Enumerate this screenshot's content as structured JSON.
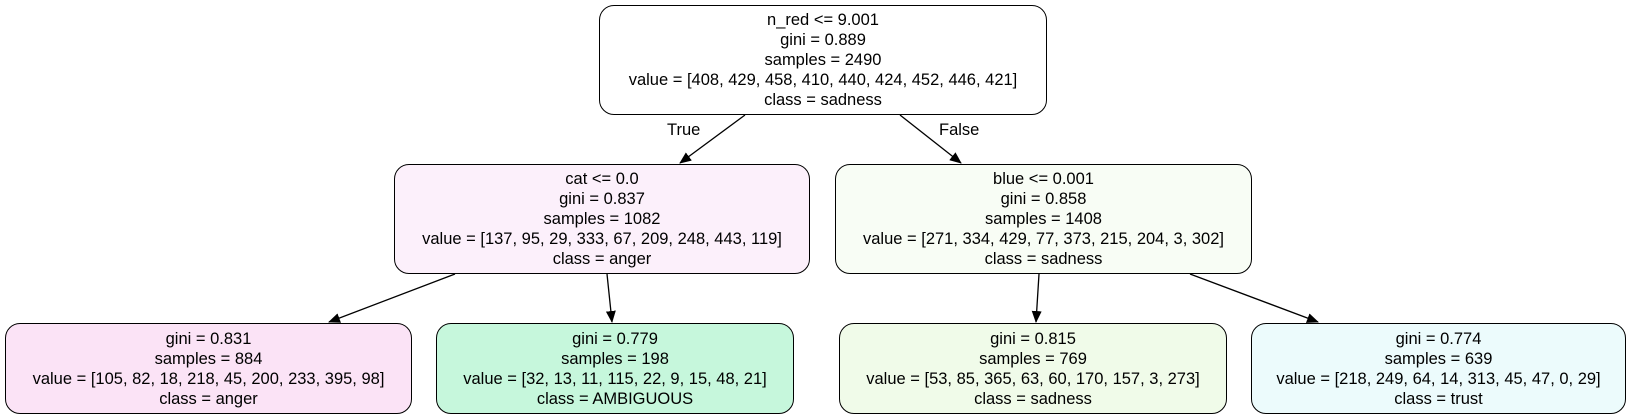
{
  "colors": {
    "node_0": "#ffffff",
    "node_1": "#fcf0fb",
    "node_2": "#f8fdf5",
    "node_3": "#fbe3f6",
    "node_4": "#c6f7dc",
    "node_5": "#f0fbe9",
    "node_6": "#ecfbfc",
    "stroke": "#000000"
  },
  "tree": {
    "nodes": [
      {
        "condition": "n_red <= 9.001",
        "gini": "gini = 0.889",
        "samples": "samples = 2490",
        "value": "value = [408, 429, 458, 410, 440, 424, 452, 446, 421]",
        "class": "class = sadness"
      },
      {
        "condition": "cat <= 0.0",
        "gini": "gini = 0.837",
        "samples": "samples = 1082",
        "value": "value = [137, 95, 29, 333, 67, 209, 248, 443, 119]",
        "class": "class = anger"
      },
      {
        "condition": "blue <= 0.001",
        "gini": "gini = 0.858",
        "samples": "samples = 1408",
        "value": "value = [271, 334, 429, 77, 373, 215, 204, 3, 302]",
        "class": "class = sadness"
      },
      {
        "gini": "gini = 0.831",
        "samples": "samples = 884",
        "value": "value = [105, 82, 18, 218, 45, 200, 233, 395, 98]",
        "class": "class = anger"
      },
      {
        "gini": "gini = 0.779",
        "samples": "samples = 198",
        "value": "value = [32, 13, 11, 115, 22, 9, 15, 48, 21]",
        "class": "class = AMBIGUOUS"
      },
      {
        "gini": "gini = 0.815",
        "samples": "samples = 769",
        "value": "value = [53, 85, 365, 63, 60, 170, 157, 3, 273]",
        "class": "class = sadness"
      },
      {
        "gini": "gini = 0.774",
        "samples": "samples = 639",
        "value": "value = [218, 249, 64, 14, 313, 45, 47, 0, 29]",
        "class": "class = trust"
      }
    ],
    "edge_labels": {
      "true": "True",
      "false": "False"
    }
  }
}
